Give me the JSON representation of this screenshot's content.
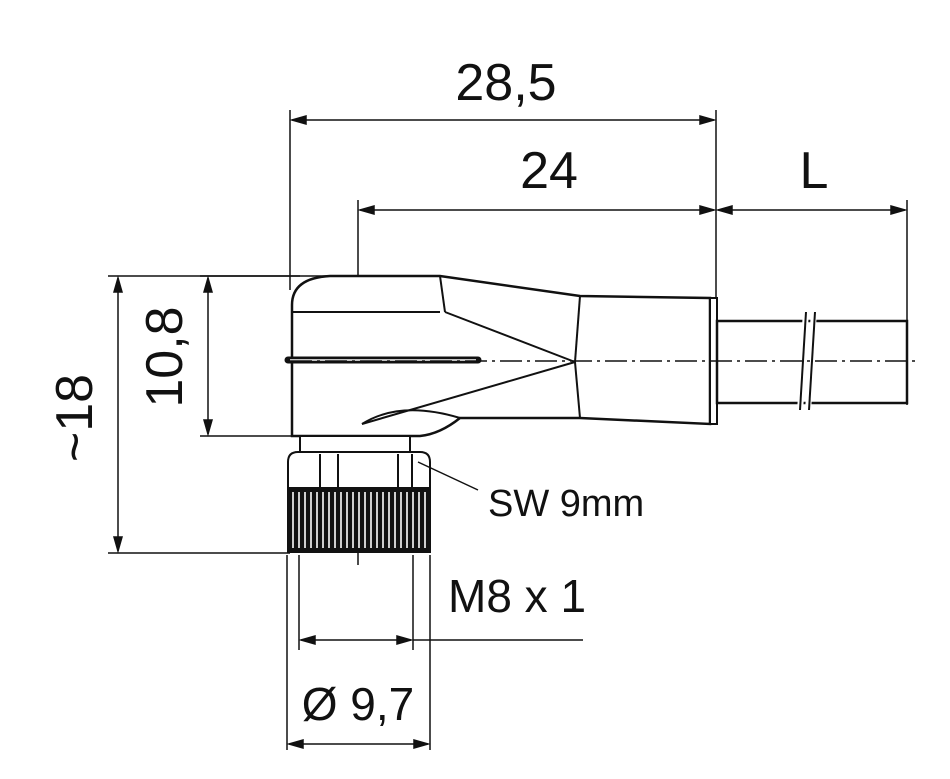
{
  "dimensions": {
    "overall_length": "28,5",
    "body_length": "24",
    "cable_length": "L",
    "height_total": "~18",
    "body_height": "10,8",
    "wrench_size": "SW 9mm",
    "thread": "M8 x 1",
    "nut_diameter": "Ø 9,7"
  },
  "colors": {
    "line": "#111111",
    "background": "#ffffff"
  }
}
